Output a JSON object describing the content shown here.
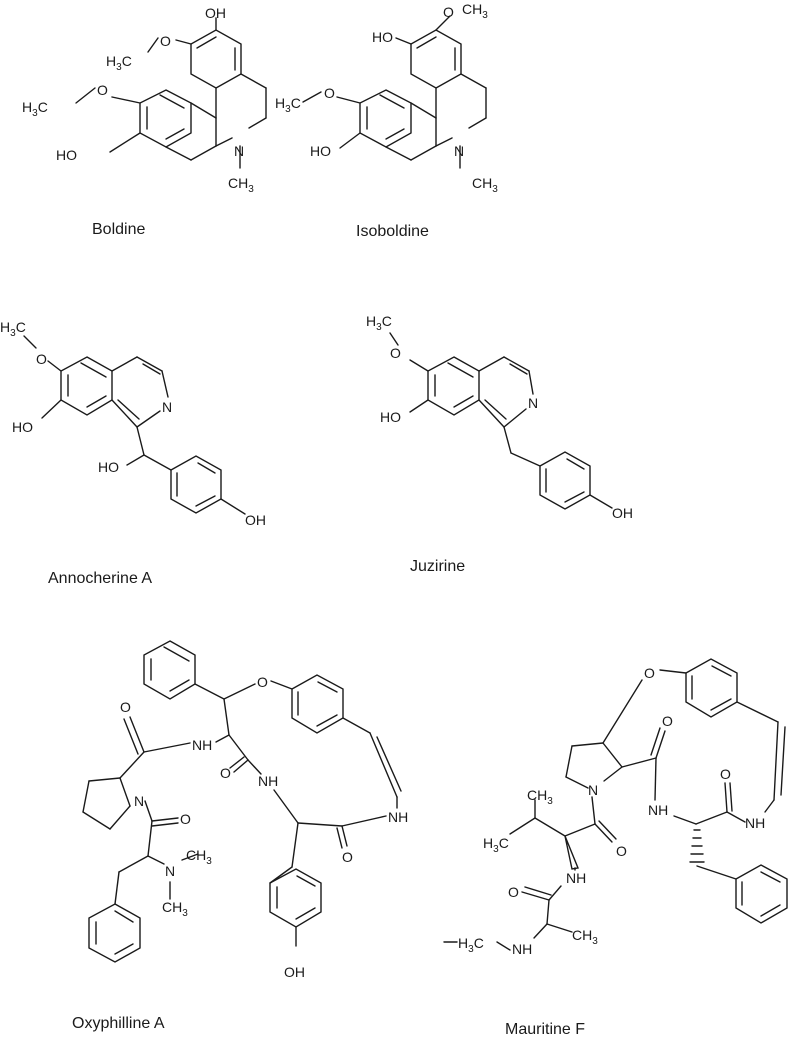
{
  "compounds": [
    {
      "name": "Boldine"
    },
    {
      "name": "Isoboldine"
    },
    {
      "name": "Annocherine A"
    },
    {
      "name": "Juzirine"
    },
    {
      "name": "Oxyphilline A"
    },
    {
      "name": "Mauritine F"
    }
  ],
  "atom_labels": {
    "oh": "OH",
    "ho": "HO",
    "o": "O",
    "n": "N",
    "nh": "NH",
    "h": "H",
    "c": "C",
    "ch": "CH",
    "sub3": "3"
  },
  "colors": {
    "ink": "#1a1a1a",
    "background": "#ffffff"
  }
}
